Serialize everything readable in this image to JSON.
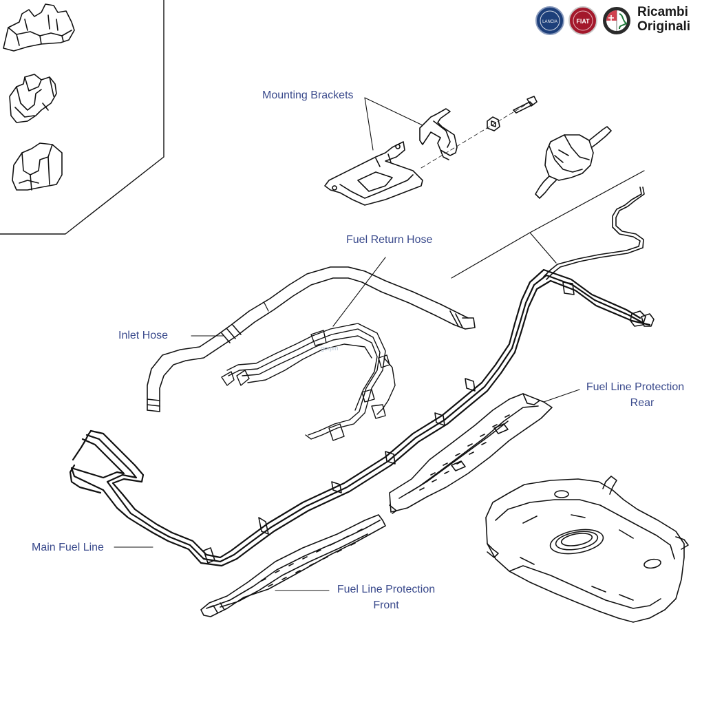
{
  "brand": {
    "line1": "Ricambi",
    "line2": "Originali",
    "logos": [
      {
        "name": "lancia-logo",
        "text": "LANCIA",
        "color": "#1d3f7a"
      },
      {
        "name": "fiat-logo",
        "text": "FIAT",
        "color": "#a3182b"
      },
      {
        "name": "alfa-romeo-logo",
        "text": "",
        "color": "#2a2a2a"
      }
    ]
  },
  "labels": {
    "mounting_brackets": "Mounting Brackets",
    "fuel_return_hose": "Fuel Return Hose",
    "inlet_hose": "Inlet Hose",
    "fuel_line_protection_rear_1": "Fuel Line Protection",
    "fuel_line_protection_rear_2": "Rear",
    "main_fuel_line": "Main Fuel Line",
    "fuel_line_protection_front_1": "Fuel Line Protection",
    "fuel_line_protection_front_2": "Front"
  },
  "watermark": "gorpm",
  "colors": {
    "label": "#3a4a8c",
    "line": "#111111"
  }
}
